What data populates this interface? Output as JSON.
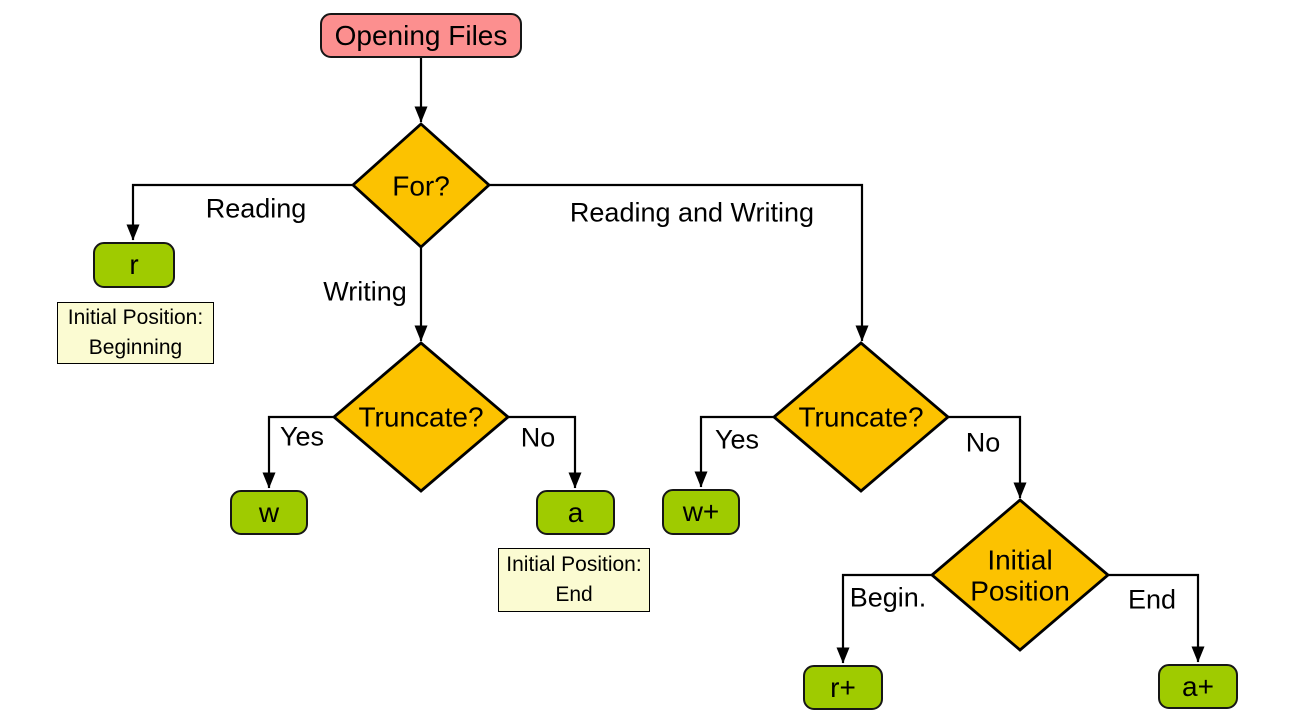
{
  "colors": {
    "background": "#FFFFFF",
    "start_fill": "#FC8F8F",
    "decision_fill": "#FCC200",
    "mode_fill": "#9FCB00",
    "note_fill": "#FBFBD2",
    "line": "#000000"
  },
  "nodes": {
    "start": "Opening Files",
    "for_decision": "For?",
    "truncate_left": "Truncate?",
    "truncate_right": "Truncate?",
    "initial_position_line1": "Initial",
    "initial_position_line2": "Position",
    "mode_r": "r",
    "mode_w": "w",
    "mode_a": "a",
    "mode_w_plus": "w+",
    "mode_r_plus": "r+",
    "mode_a_plus": "a+"
  },
  "notes": {
    "beginning_title": "Initial Position:",
    "beginning_value": "Beginning",
    "end_title": "Initial Position:",
    "end_value": "End"
  },
  "edge_labels": {
    "reading": "Reading",
    "writing": "Writing",
    "reading_and_writing": "Reading and Writing",
    "truncate_left_yes": "Yes",
    "truncate_left_no": "No",
    "truncate_right_yes": "Yes",
    "truncate_right_no": "No",
    "initial_begin": "Begin.",
    "initial_end": "End"
  }
}
